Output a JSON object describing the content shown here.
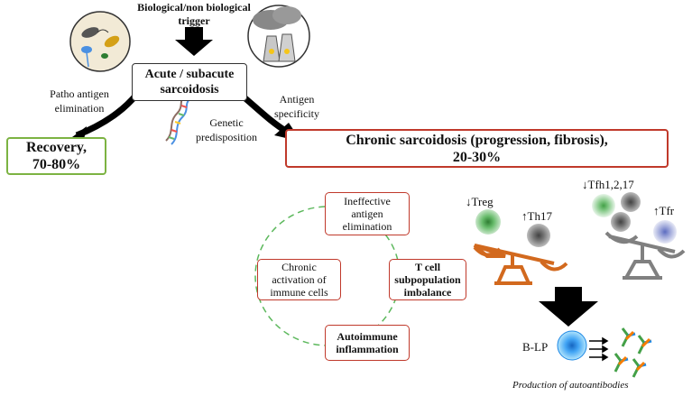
{
  "trigger": {
    "line1": "Biological/non biological",
    "line2": "trigger"
  },
  "acute": {
    "line1": "Acute / subacute",
    "line2": "sarcoidosis"
  },
  "left_label": {
    "line1": "Patho antigen",
    "line2": "elimination"
  },
  "right_label": {
    "line1": "Antigen",
    "line2": "specificity"
  },
  "genetic": {
    "line1": "Genetic",
    "line2": "predisposition"
  },
  "recovery": {
    "line1": "Recovery,",
    "line2": "70-80%"
  },
  "chronic": {
    "line1": "Chronic sarcoidosis (progression, fibrosis),",
    "line2": "20-30%"
  },
  "cycle": {
    "top": {
      "line1": "Ineffective",
      "line2": "antigen",
      "line3": "elimination"
    },
    "left": {
      "line1": "Chronic",
      "line2": "activation of",
      "line3": "immune cells"
    },
    "right": {
      "line1": "T cell",
      "line2": "subpopulation",
      "line3": "imbalance"
    },
    "bottom": {
      "line1": "Autoimmune",
      "line2": "inflammation"
    }
  },
  "scale1": {
    "left_label": "↓Treg",
    "right_label": "↑Th17"
  },
  "scale2": {
    "left_label": "↓Tfh1,2,17",
    "right_label": "↑Tfr"
  },
  "blp_label": "B-LP",
  "production_label": "Production of autoantibodies",
  "colors": {
    "recovery_border": "#7cb342",
    "chronic_border": "#c0392b",
    "cycle_border": "#c0392b",
    "cycle_dash": "#5cb85c",
    "scale1": "#d2691e",
    "scale2": "#808080",
    "arrow": "#111111"
  }
}
